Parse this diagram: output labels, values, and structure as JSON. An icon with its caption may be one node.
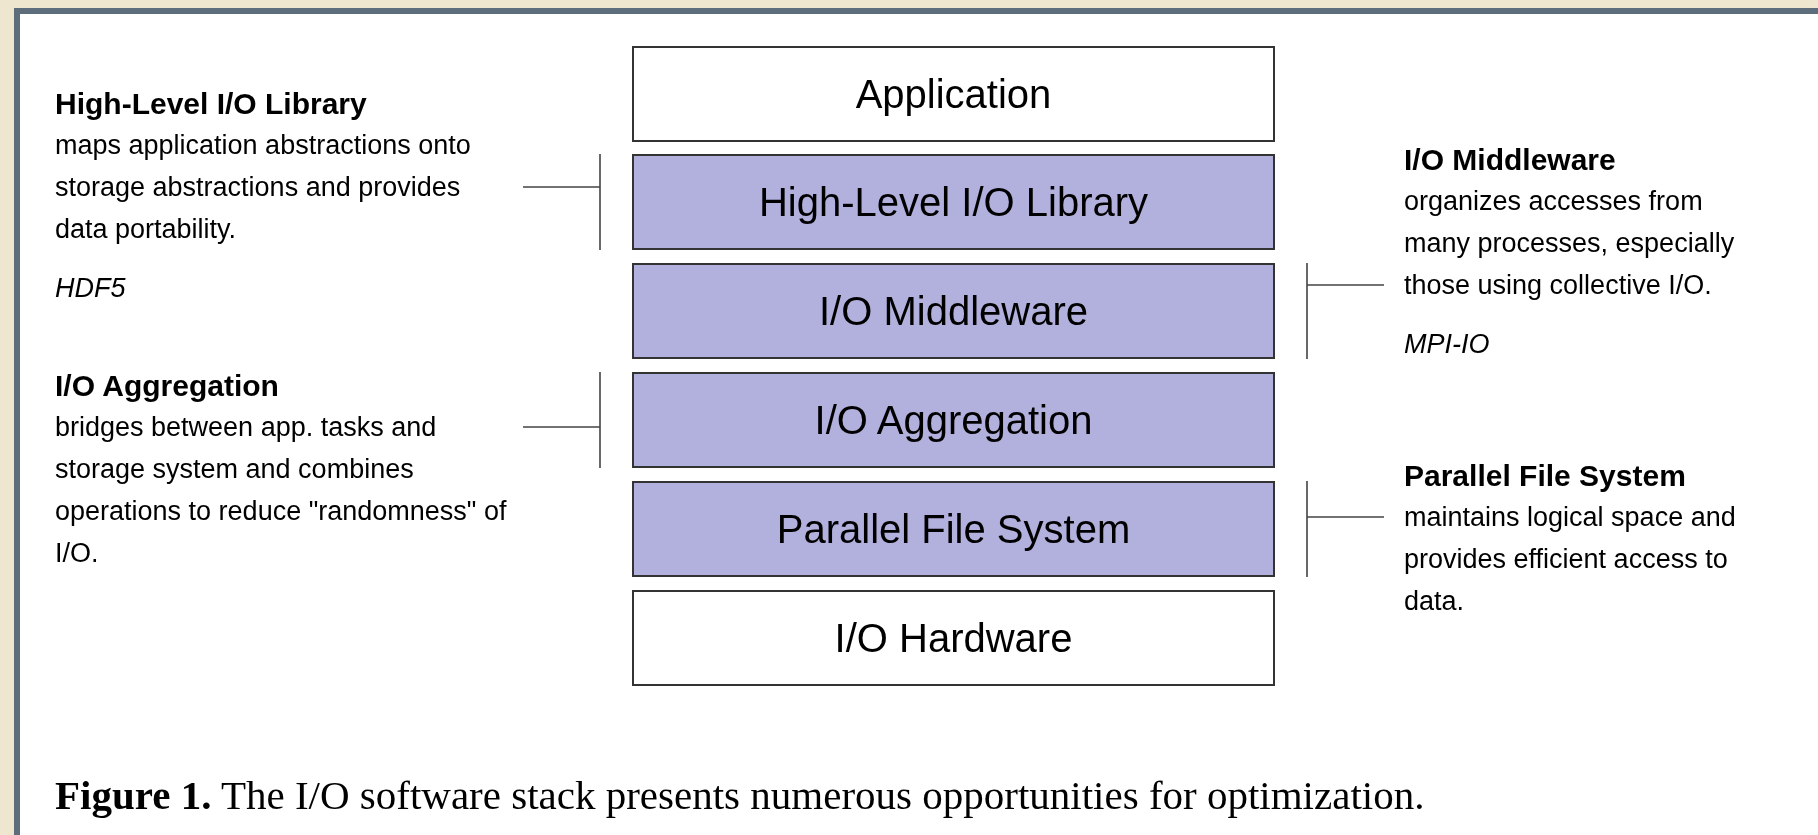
{
  "diagram": {
    "nodes": [
      {
        "text": [
          "Application"
        ]
      },
      {
        "text": [
          "High-Level I/O Library"
        ]
      },
      {
        "text": [
          "I/O Middleware"
        ]
      },
      {
        "text": [
          "I/O Aggregation"
        ]
      },
      {
        "text": [
          "Parallel File System"
        ]
      },
      {
        "text": [
          "I/O Hardware"
        ]
      },
      {
        "text": [
          "High-Level I/O Library",
          "maps application abstractions onto storage abstractions and provides data portability.",
          "HDF5"
        ]
      },
      {
        "text": [
          "I/O Middleware",
          "organizes accesses from many processes, especially those using collective I/O.",
          "MPI-IO"
        ]
      },
      {
        "text": [
          "I/O Aggregation",
          "bridges between app. tasks and storage system and combines operations to reduce \"randomness\" of I/O."
        ]
      },
      {
        "text": [
          "Parallel File System",
          "maintains logical space and provides efficient access to data."
        ]
      }
    ],
    "edges": [
      {
        "from": 6,
        "to": 1,
        "arrow": "none"
      },
      {
        "from": 7,
        "to": 2,
        "arrow": "none"
      },
      {
        "from": 8,
        "to": 3,
        "arrow": "none"
      },
      {
        "from": 9,
        "to": 4,
        "arrow": "none"
      }
    ],
    "caption": "**Figure 1.** The I/O software stack presents numerous opportunities for optimization."
  }
}
